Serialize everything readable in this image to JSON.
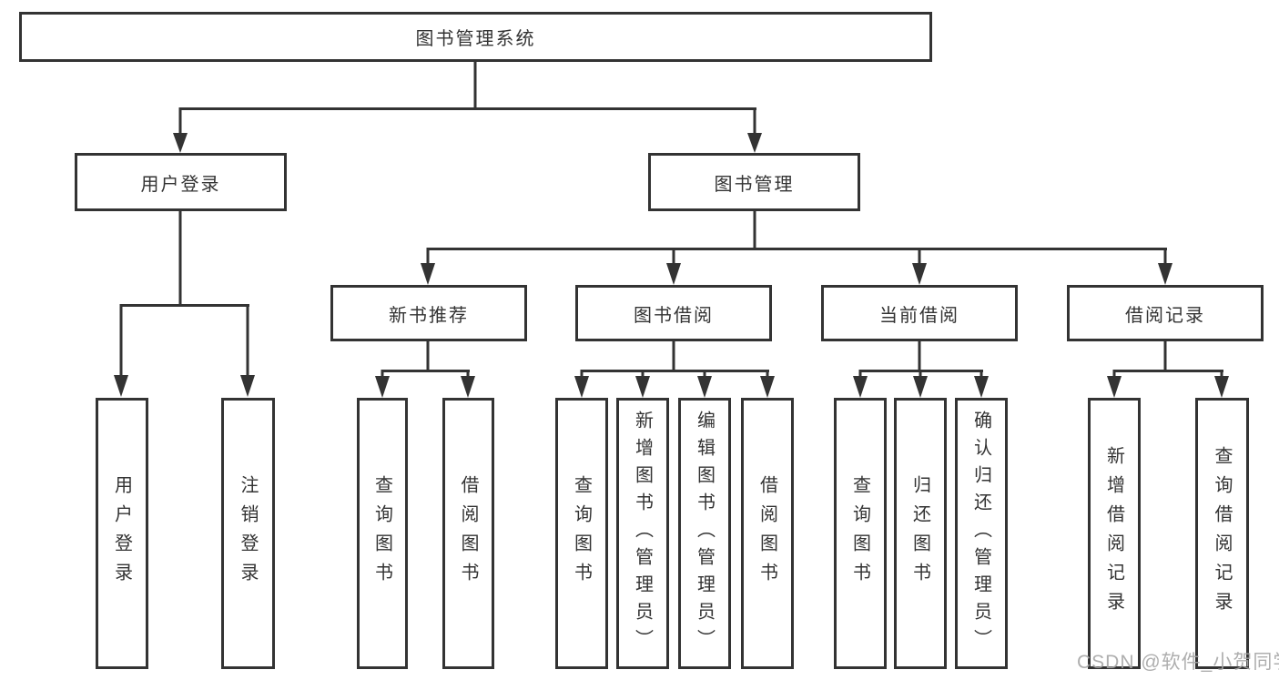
{
  "diagram": {
    "root": "图书管理系统",
    "level1": [
      "用户登录",
      "图书管理"
    ],
    "level2": [
      "新书推荐",
      "图书借阅",
      "当前借阅",
      "借阅记录"
    ],
    "leaves_user": [
      "用户登录",
      "注销登录"
    ],
    "leaves_recommend": [
      "查询图书",
      "借阅图书"
    ],
    "leaves_borrow": [
      "查询图书",
      "新增图书（管理员）",
      "编辑图书（管理员）",
      "借阅图书"
    ],
    "leaves_current": [
      "查询图书",
      "归还图书",
      "确认归还（管理员）"
    ],
    "leaves_records": [
      "新增借阅记录",
      "查询借阅记录"
    ]
  },
  "watermark": "CSDN @软件_小贺同学",
  "colors": {
    "line": "#333333",
    "text": "#333333",
    "watermark": "#a5a5a5",
    "background": "#ffffff"
  }
}
